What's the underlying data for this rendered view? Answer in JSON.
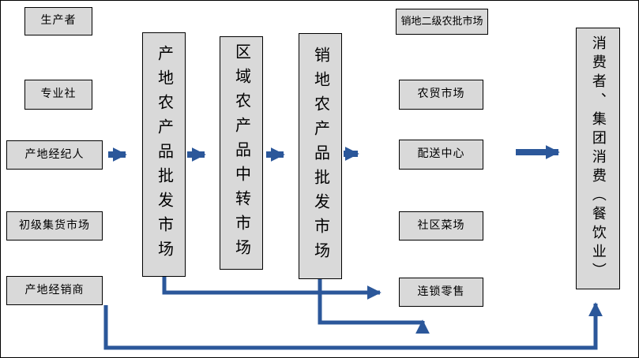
{
  "diagram": {
    "left_column": [
      {
        "label": "生产者"
      },
      {
        "label": "专业社"
      },
      {
        "label": "产地经纪人"
      },
      {
        "label": "初级集货市场"
      },
      {
        "label": "产地经销商"
      }
    ],
    "vertical_markets": [
      {
        "label": "产地农产品批发市场"
      },
      {
        "label": "区域农产品中转市场"
      },
      {
        "label": "销地农产品批发市场"
      }
    ],
    "right_column": [
      {
        "label": "销地二级农批市场"
      },
      {
        "label": "农贸市场"
      },
      {
        "label": "配送中心"
      },
      {
        "label": "社区菜场"
      },
      {
        "label": "连锁零售"
      }
    ],
    "consumer": {
      "label": "消费者、集团消费（餐饮业）"
    },
    "colors": {
      "box_fill": "#d9d9d9",
      "box_border": "#000000",
      "arrow": "#2b579a"
    }
  }
}
